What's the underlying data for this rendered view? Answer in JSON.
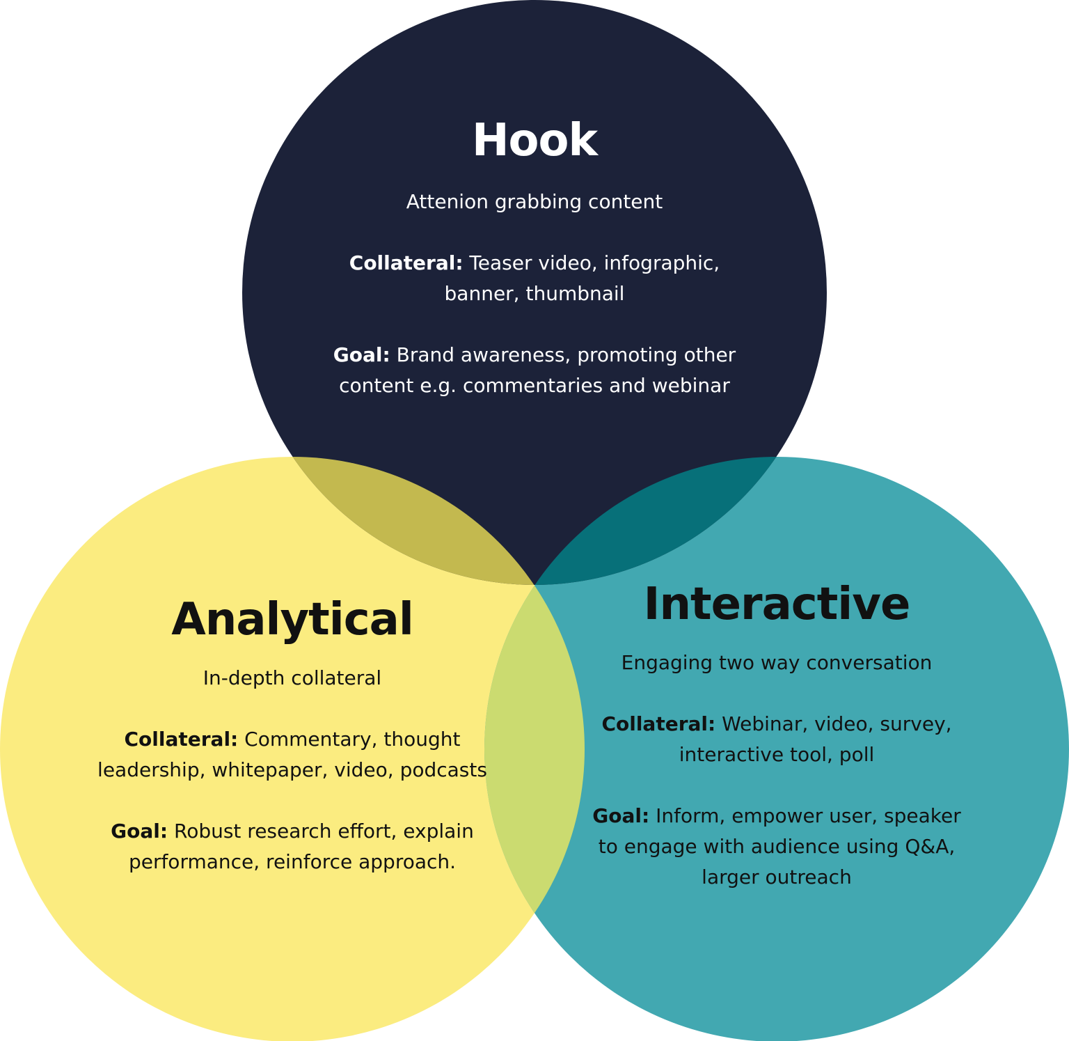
{
  "colors": {
    "hook": "#1c2239",
    "analytical": "#fbec80",
    "interactive": "#42a8b1",
    "hook_analytical_overlap": "#c3b94f",
    "hook_interactive_overlap": "#077079",
    "analytical_interactive_overlap": "#cbdb70"
  },
  "hook": {
    "title": "Hook",
    "subtitle": "Attenion grabbing content",
    "collateral_label": "Collateral:",
    "collateral_text": " Teaser video, infographic, banner, thumbnail",
    "goal_label": "Goal:",
    "goal_text": " Brand awareness, promoting other content e.g. commentaries and webinar"
  },
  "analytical": {
    "title": "Analytical",
    "subtitle": "In-depth collateral",
    "collateral_label": "Collateral:",
    "collateral_text": " Commentary, thought leadership, whitepaper, video, podcasts",
    "goal_label": "Goal:",
    "goal_text": " Robust research effort, explain performance, reinforce approach."
  },
  "interactive": {
    "title": "Interactive",
    "subtitle": "Engaging two way conversation",
    "collateral_label": "Collateral:",
    "collateral_text": " Webinar, video, survey, interactive tool, poll",
    "goal_label": "Goal:",
    "goal_text": " Inform, empower user, speaker to engage with audience using Q&A, larger outreach"
  }
}
